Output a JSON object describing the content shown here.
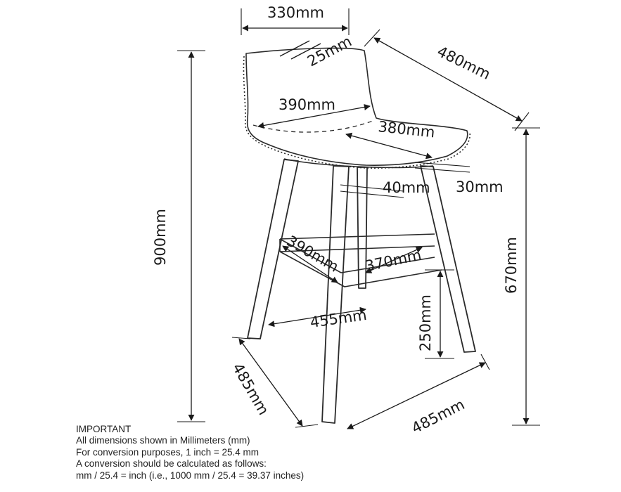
{
  "dimensions": {
    "seat_width_top": "330mm",
    "seat_thickness_back": "25mm",
    "overall_depth": "480mm",
    "seat_width": "390mm",
    "seat_depth": "380mm",
    "seat_thickness": "30mm",
    "leg_thickness": "40mm",
    "overall_height": "900mm",
    "seat_height": "670mm",
    "footrest_width_side": "390mm",
    "footrest_width_front": "370mm",
    "leg_span_front": "455mm",
    "footrest_height": "250mm",
    "base_depth": "485mm",
    "base_width": "485mm"
  },
  "note": {
    "title": "IMPORTANT",
    "line1": "All dimensions shown in Millimeters (mm)",
    "line2": "For conversion purposes, 1 inch = 25.4 mm",
    "line3": "A conversion should be calculated as follows:",
    "line4": "mm / 25.4 = inch (i.e., 1000 mm / 25.4 = 39.37 inches)"
  }
}
